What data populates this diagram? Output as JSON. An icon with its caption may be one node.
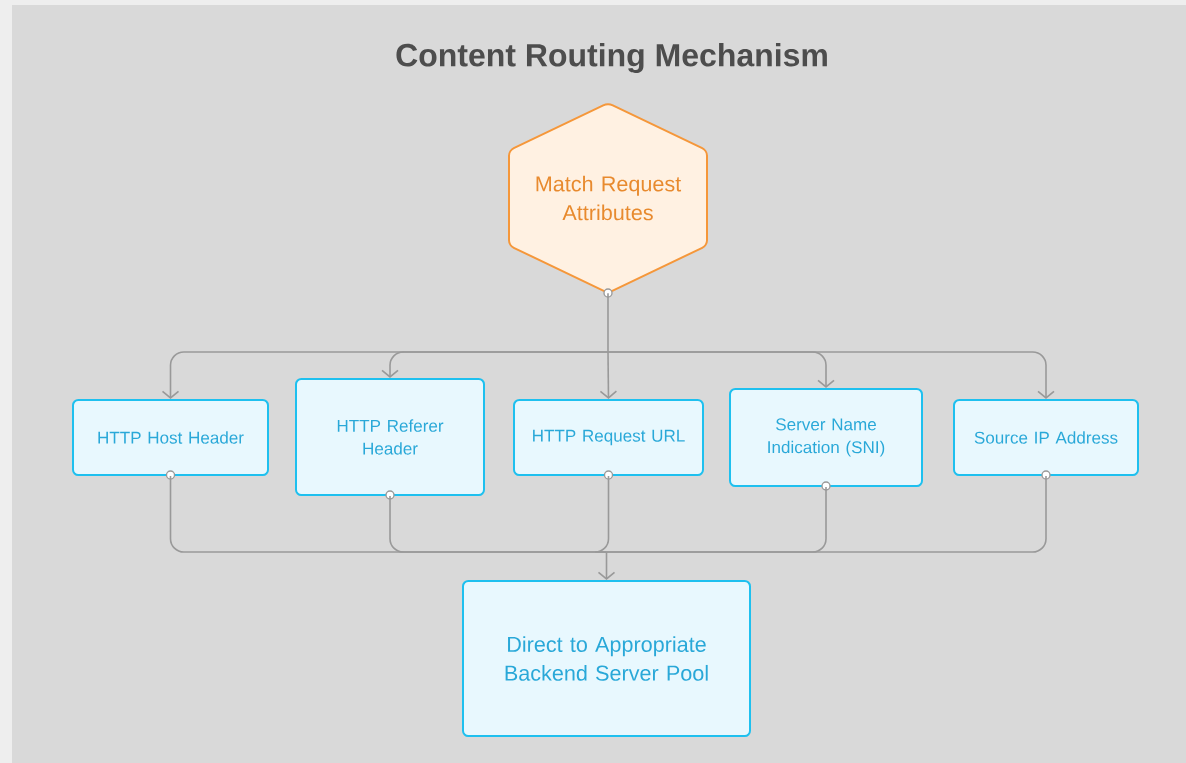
{
  "diagram": {
    "title": "Content Routing Mechanism",
    "nodes": [
      {
        "text": [
          "Match Request Attributes"
        ]
      },
      {
        "text": [
          "HTTP Host Header"
        ]
      },
      {
        "text": [
          "HTTP Referer Header"
        ]
      },
      {
        "text": [
          "HTTP Request URL"
        ]
      },
      {
        "text": [
          "Server Name Indication (SNI)"
        ]
      },
      {
        "text": [
          "Source IP Address"
        ]
      },
      {
        "text": [
          "Direct to Appropriate Backend Server Pool"
        ]
      }
    ],
    "edges": [
      {
        "from": 0,
        "to": 1,
        "arrow": "to"
      },
      {
        "from": 0,
        "to": 2,
        "arrow": "to"
      },
      {
        "from": 0,
        "to": 3,
        "arrow": "to"
      },
      {
        "from": 0,
        "to": 4,
        "arrow": "to"
      },
      {
        "from": 0,
        "to": 5,
        "arrow": "to"
      },
      {
        "from": 1,
        "to": 6,
        "arrow": "to"
      },
      {
        "from": 2,
        "to": 6,
        "arrow": "to"
      },
      {
        "from": 3,
        "to": 6,
        "arrow": "to"
      },
      {
        "from": 4,
        "to": 6,
        "arrow": "to"
      },
      {
        "from": 5,
        "to": 6,
        "arrow": "to"
      }
    ]
  }
}
